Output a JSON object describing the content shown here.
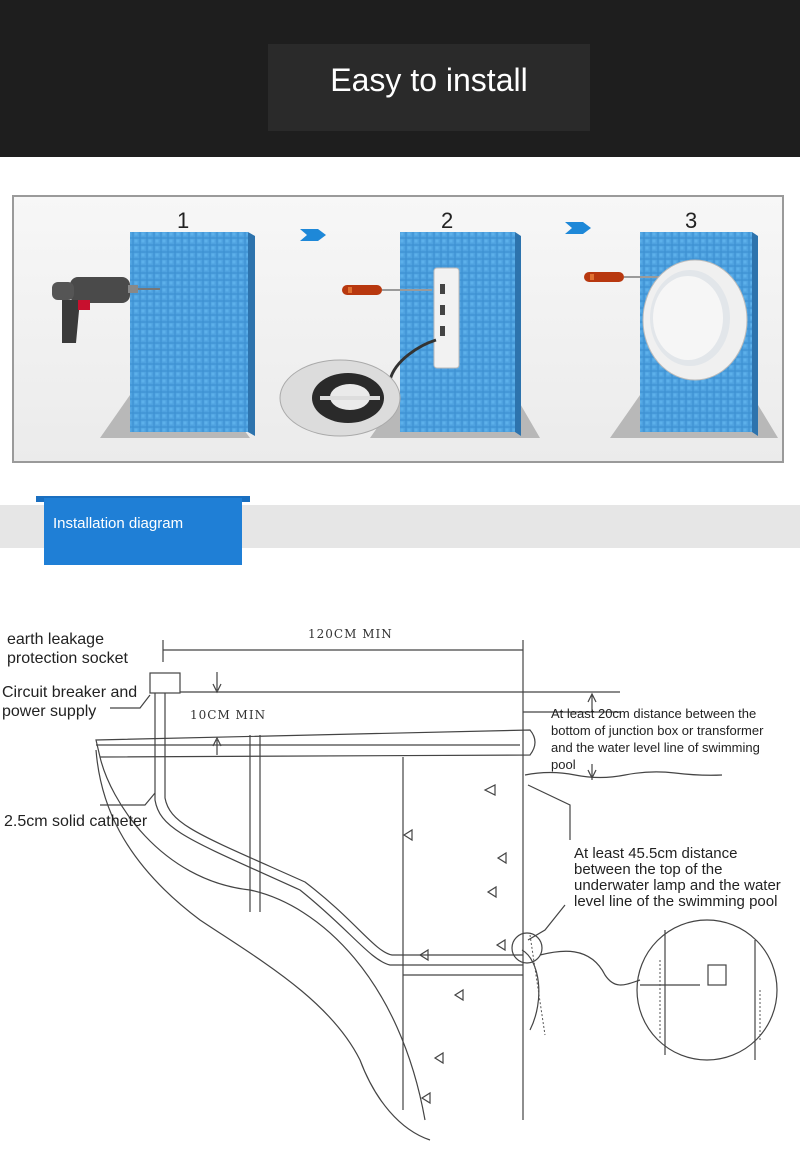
{
  "banner": {
    "title": "Easy to install"
  },
  "steps": [
    {
      "number": "1"
    },
    {
      "number": "2"
    },
    {
      "number": "3"
    }
  ],
  "section_tab": {
    "label": "Installation diagram"
  },
  "diagram": {
    "labels": {
      "earth_leakage_1": "earth leakage",
      "earth_leakage_2": "protection socket",
      "breaker_1": "Circuit breaker and",
      "breaker_2": "power supply",
      "catheter": "2.5cm solid catheter",
      "distance_20_1": "At least 20cm distance between the",
      "distance_20_2": "bottom of junction box or transformer",
      "distance_20_3": "and the water level line of swimming",
      "distance_20_4": "pool",
      "distance_45_1": "At least 45.5cm distance",
      "distance_45_2": "between the top of the",
      "distance_45_3": "underwater lamp and the water",
      "distance_45_4": "level line of the swimming pool"
    },
    "dimensions": {
      "width_min": "120CM MIN",
      "height_min": "10CM MIN"
    }
  },
  "colors": {
    "banner_bg": "#1e1e1e",
    "tab_blue": "#1f7fd6",
    "tile_blue": "#3b8fd0"
  }
}
